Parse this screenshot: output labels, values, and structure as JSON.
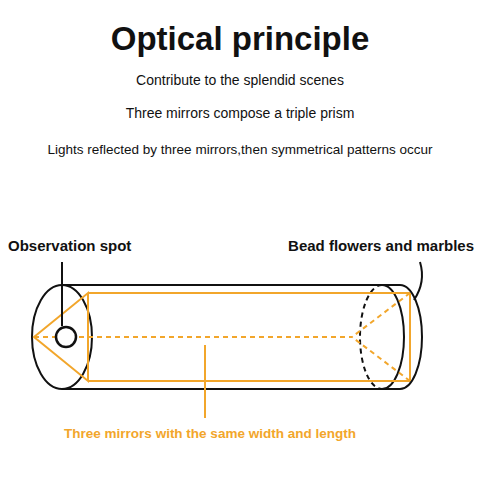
{
  "diagram": {
    "title": "Optical principle",
    "labels": [
      "Contribute to the splendid scenes",
      "Three mirrors compose a triple prism",
      "Lights reflected by three mirrors,then symmetrical patterns occur",
      "Observation spot",
      "Bead flowers and marbles",
      "Three mirrors with the same width and length"
    ]
  }
}
